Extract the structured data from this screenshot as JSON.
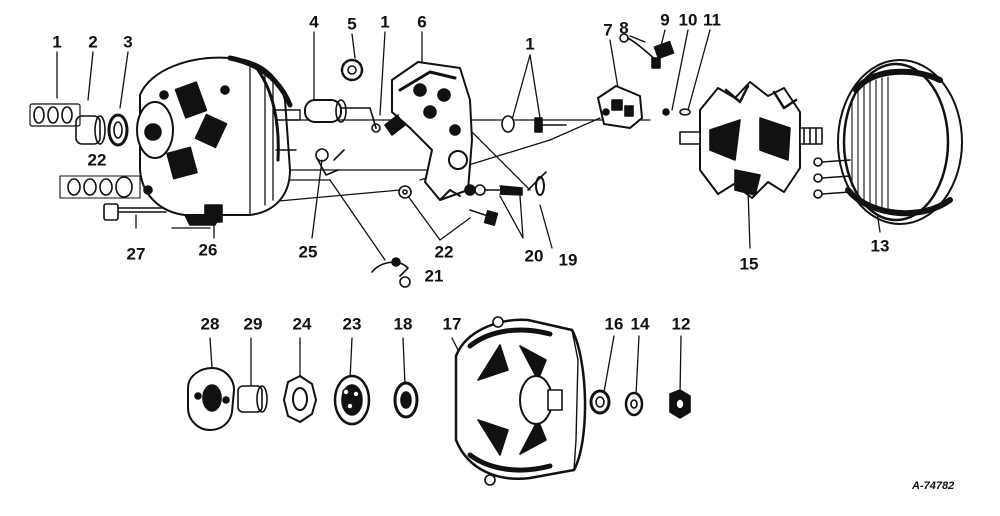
{
  "callouts": {
    "c1a": "1",
    "c2": "2",
    "c3": "3",
    "c22a": "22",
    "c27": "27",
    "c26": "26",
    "c4": "4",
    "c5": "5",
    "c1b": "1",
    "c6": "6",
    "c1c": "1",
    "c7": "7",
    "c8": "8",
    "c9": "9",
    "c10": "10",
    "c11": "11",
    "c25": "25",
    "c22b": "22",
    "c20": "20",
    "c19": "19",
    "c21": "21",
    "c15": "15",
    "c13": "13",
    "c28": "28",
    "c29": "29",
    "c24": "24",
    "c23": "23",
    "c18": "18",
    "c17": "17",
    "c16": "16",
    "c14": "14",
    "c12": "12"
  },
  "reference_code": "A-74782"
}
